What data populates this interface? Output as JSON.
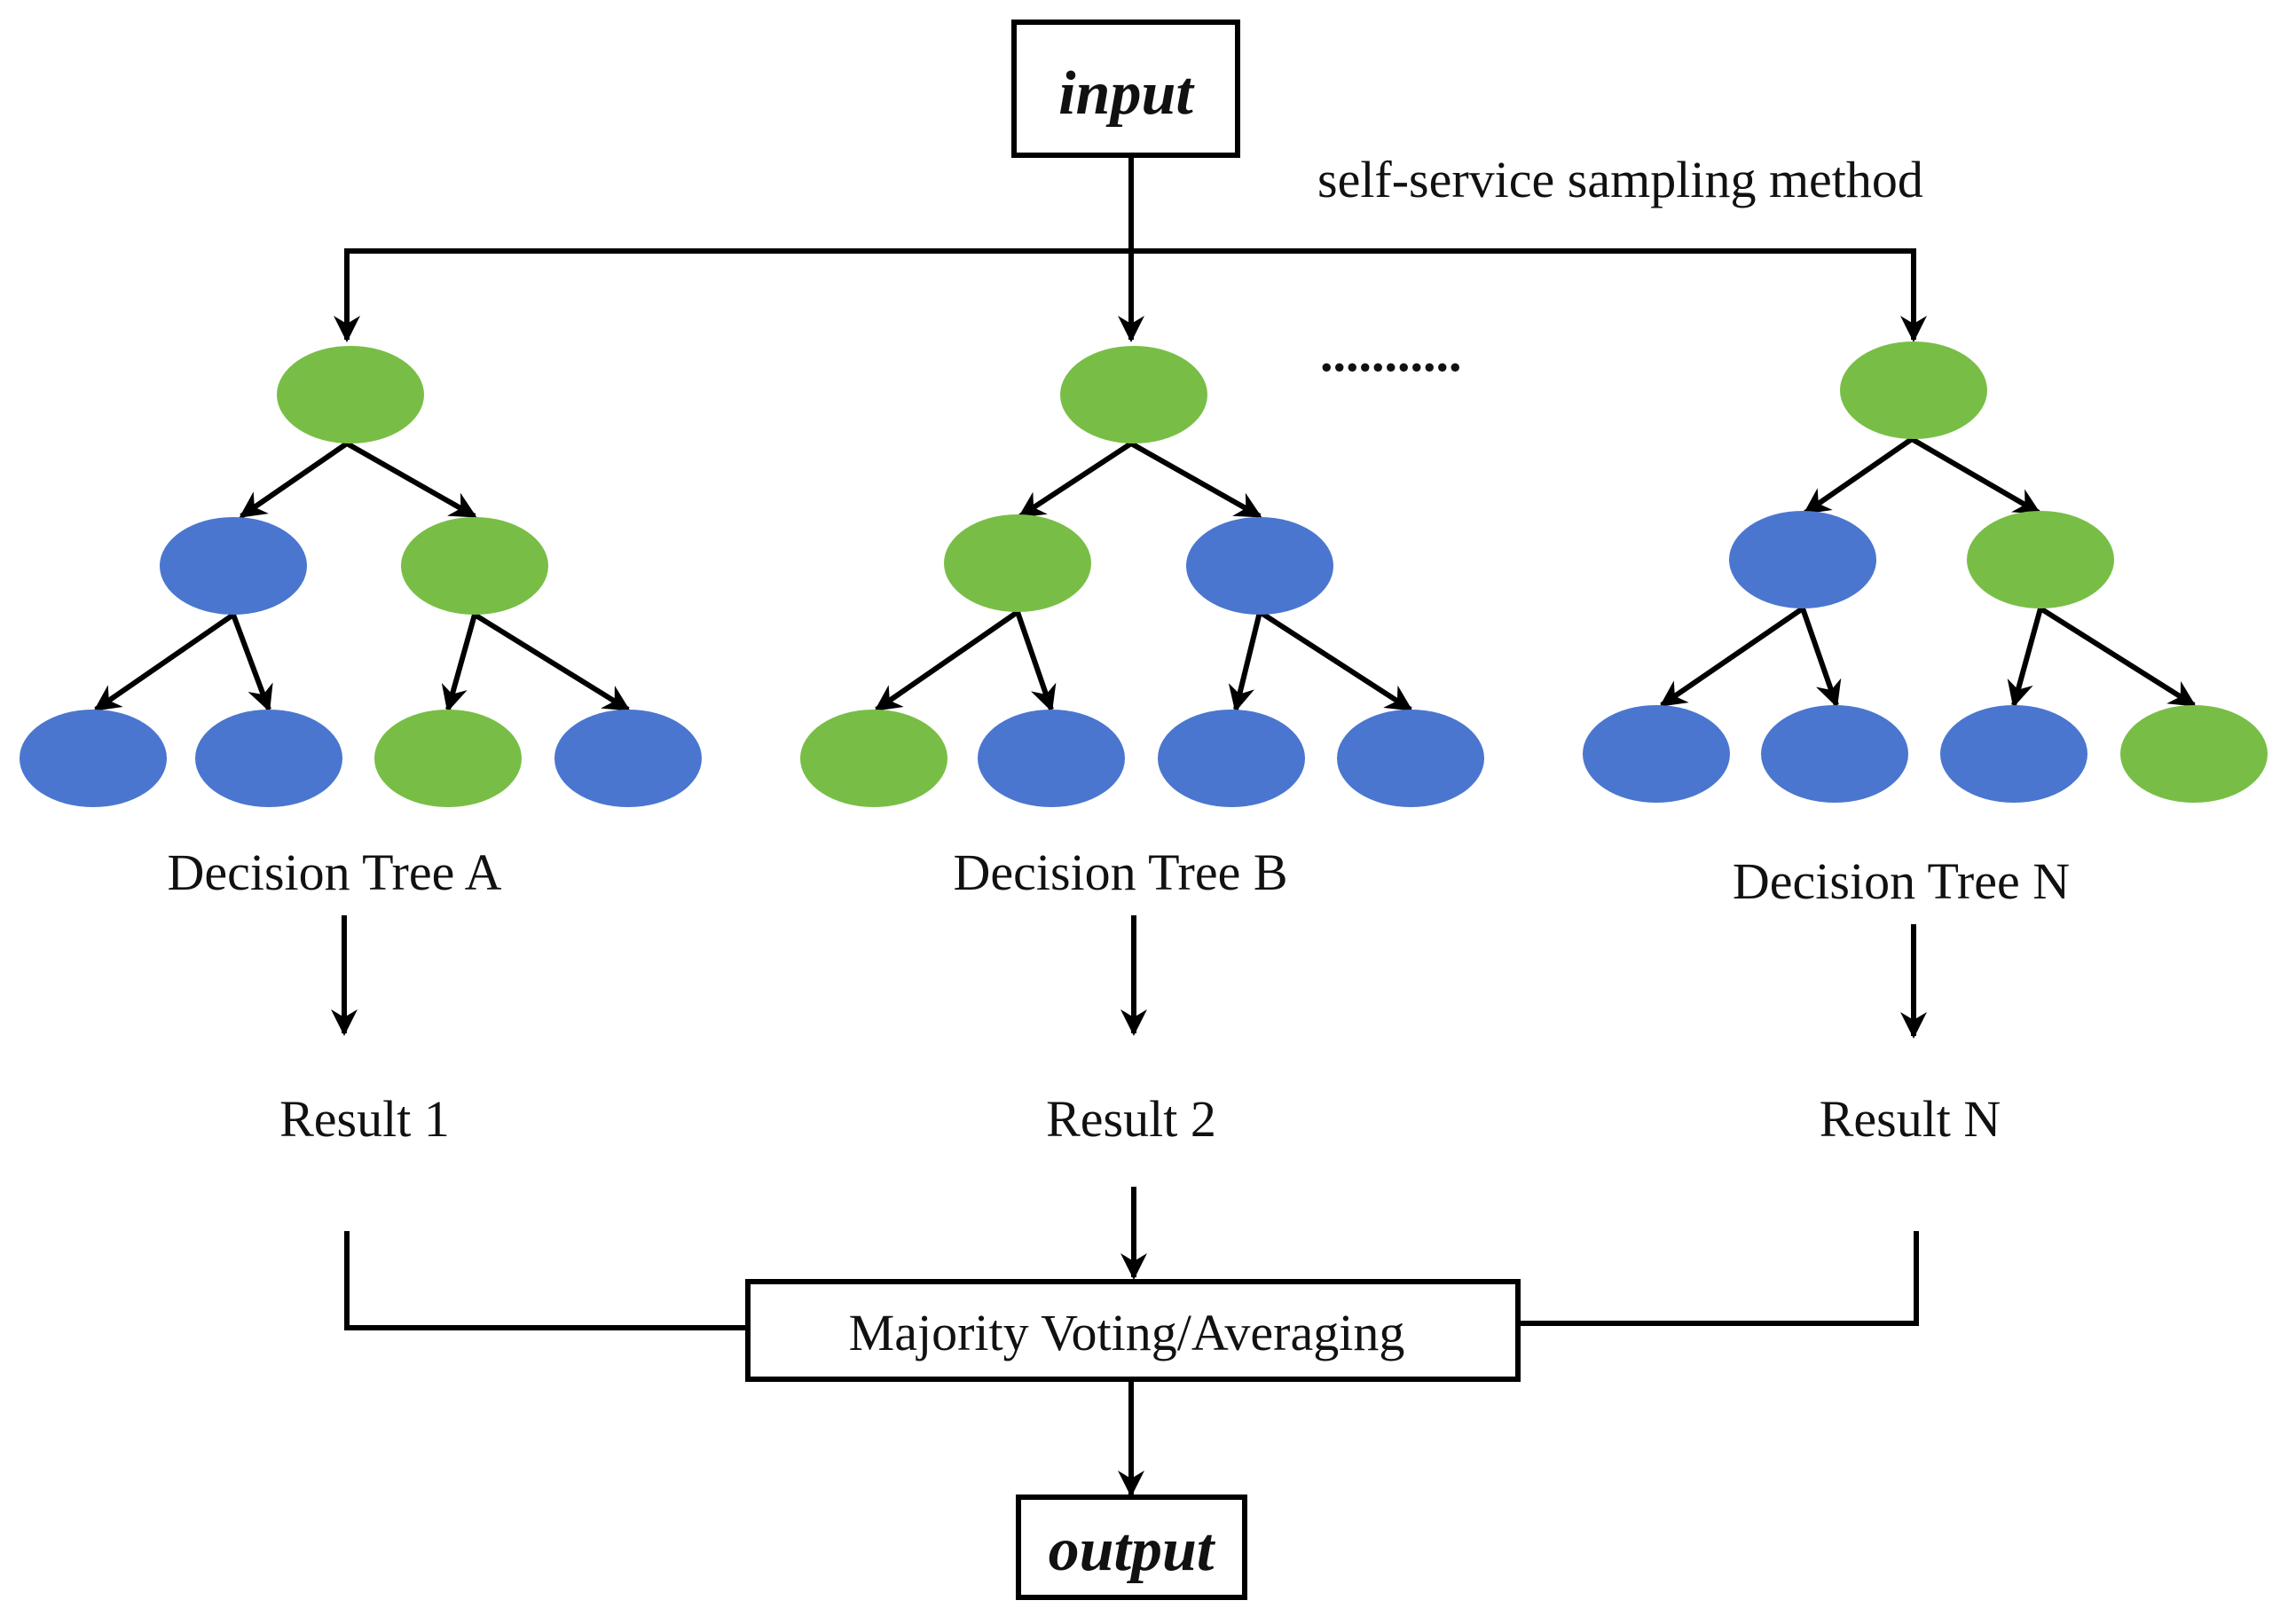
{
  "input_label": "input",
  "output_label": "output",
  "sampling_label": "self-service sampling method",
  "ellipsis": "...........",
  "aggregator_label": "Majority Voting/Averaging",
  "colors": {
    "green": "#78BE46",
    "blue": "#4A76CF",
    "line": "#000000"
  },
  "trees": [
    {
      "name": "Decision Tree A",
      "result": "Result 1",
      "root": "green",
      "level1": [
        "blue",
        "green"
      ],
      "level2": [
        "blue",
        "blue",
        "green",
        "blue"
      ]
    },
    {
      "name": "Decision Tree B",
      "result": "Result 2",
      "root": "green",
      "level1": [
        "green",
        "blue"
      ],
      "level2": [
        "green",
        "blue",
        "blue",
        "blue"
      ]
    },
    {
      "name": "Decision Tree N",
      "result": "Result N",
      "root": "green",
      "level1": [
        "blue",
        "green"
      ],
      "level2": [
        "blue",
        "blue",
        "blue",
        "green"
      ]
    }
  ]
}
